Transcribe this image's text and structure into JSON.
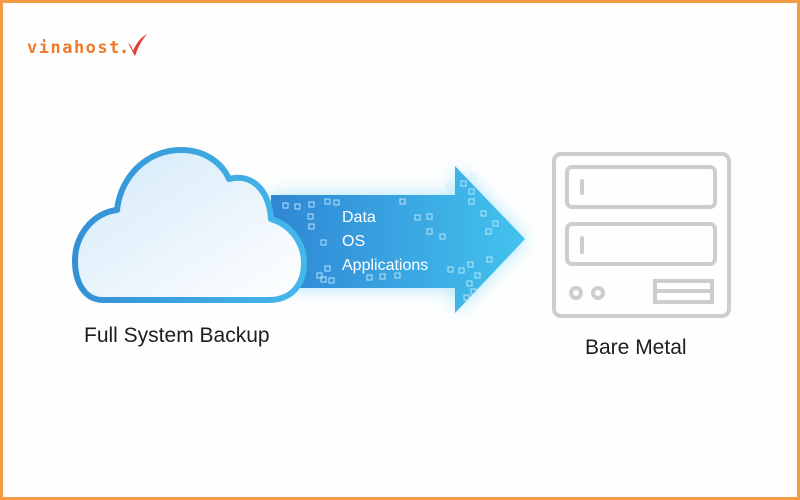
{
  "brand": {
    "logo_text": "vinahost",
    "logo_dot": ".",
    "logo_mark": "check-mark",
    "colors": {
      "frame": "#f39c45",
      "logo": "#ee7a2b",
      "check": "#e23a2e"
    }
  },
  "diagram": {
    "source": {
      "label": "Full System Backup",
      "icon": "cloud-icon",
      "colors": {
        "stroke": "#3a9ad9",
        "fill_top": "#d8ecfa",
        "fill_bottom": "#ffffff"
      }
    },
    "transfer": {
      "icon": "arrow-right-icon",
      "items": [
        "Data",
        "OS",
        "Applications"
      ],
      "colors": {
        "start": "#2f86d4",
        "end": "#43c3ee",
        "glow": "#8fdcf7"
      }
    },
    "target": {
      "label": "Bare Metal",
      "icon": "server-icon",
      "colors": {
        "stroke": "#cdcdcd"
      }
    }
  }
}
